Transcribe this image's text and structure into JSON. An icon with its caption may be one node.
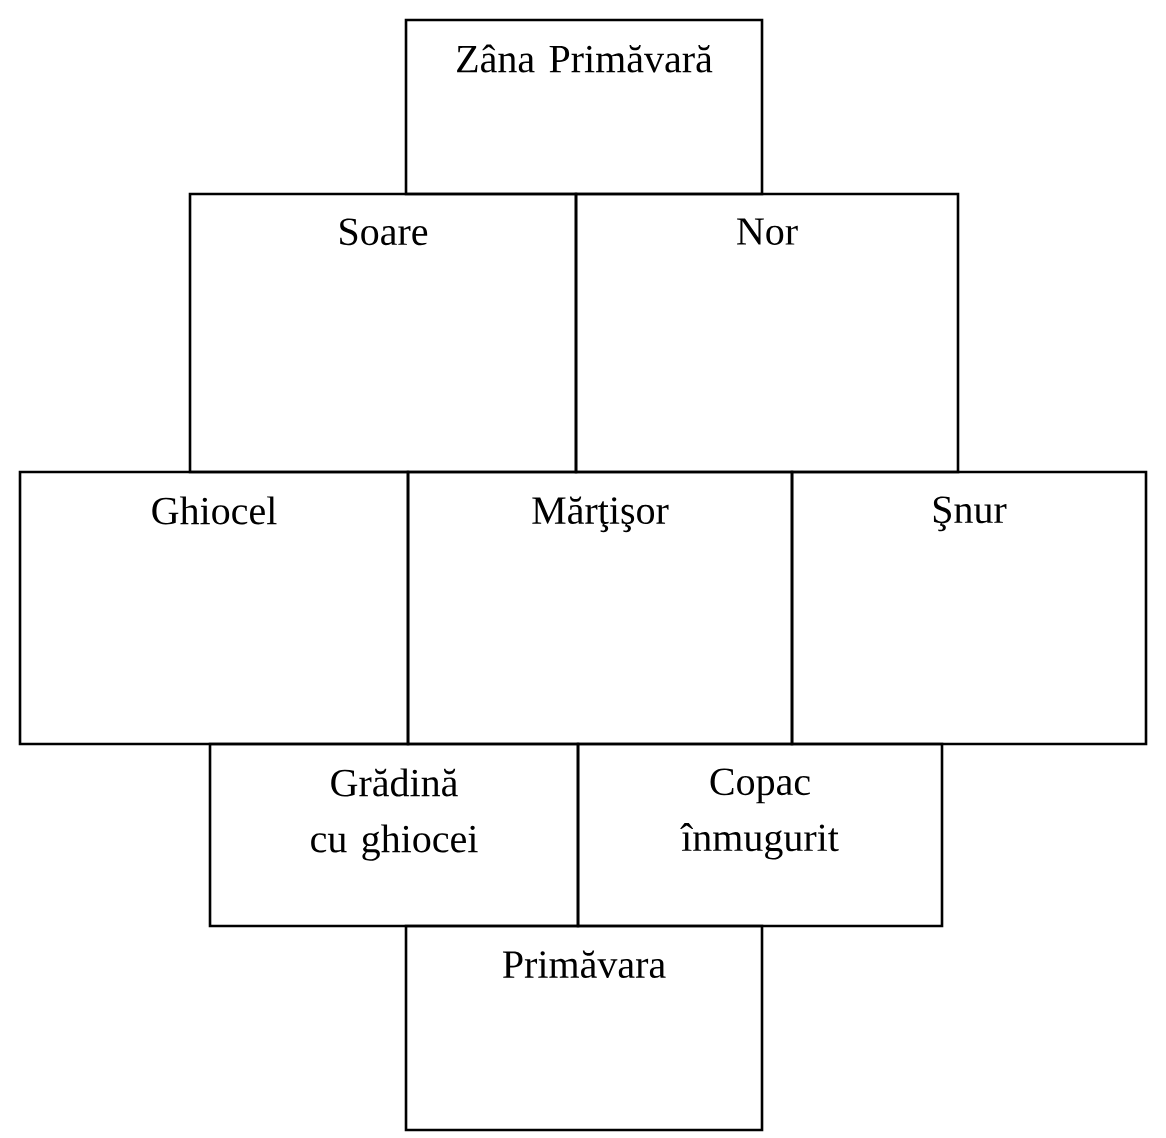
{
  "diagram": {
    "nodes": [
      {
        "text": [
          "Zâna Primăvară"
        ]
      },
      {
        "text": [
          "Soare"
        ]
      },
      {
        "text": [
          "Nor"
        ]
      },
      {
        "text": [
          "Ghiocel"
        ]
      },
      {
        "text": [
          "Mărţişor"
        ]
      },
      {
        "text": [
          "Şnur"
        ]
      },
      {
        "text": [
          "Grădină cu ghiocei"
        ]
      },
      {
        "text": [
          "Copac înmugurit"
        ]
      },
      {
        "text": [
          "Primăvara"
        ]
      }
    ]
  }
}
